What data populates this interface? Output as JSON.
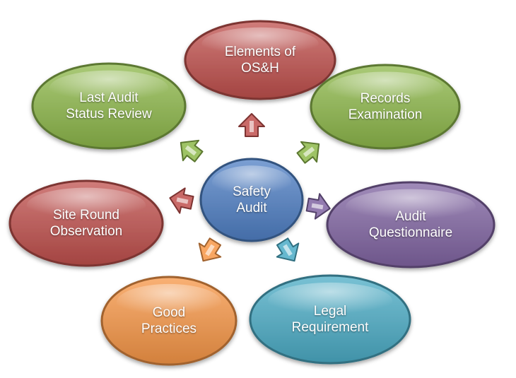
{
  "center": {
    "line1": "Safety",
    "line2": "Audit",
    "color": "#4f7fc4"
  },
  "nodes": [
    {
      "id": "elements-osh",
      "line1": "Elements of",
      "line2": "OS&H",
      "color": "#c0504d"
    },
    {
      "id": "records-examination",
      "line1": "Records",
      "line2": "Examination",
      "color": "#8db84a"
    },
    {
      "id": "audit-questionnaire",
      "line1": "Audit",
      "line2": "Questionnaire",
      "color": "#8064a2"
    },
    {
      "id": "legal-requirement",
      "line1": "Legal",
      "line2": "Requirement",
      "color": "#4bacc6"
    },
    {
      "id": "good-practices",
      "line1": "Good",
      "line2": "Practices",
      "color": "#f79646"
    },
    {
      "id": "site-round-observation",
      "line1": "Site Round",
      "line2": "Observation",
      "color": "#c0504d"
    },
    {
      "id": "last-audit-status-review",
      "line1": "Last Audit",
      "line2": "Status Review",
      "color": "#8db84a"
    }
  ]
}
